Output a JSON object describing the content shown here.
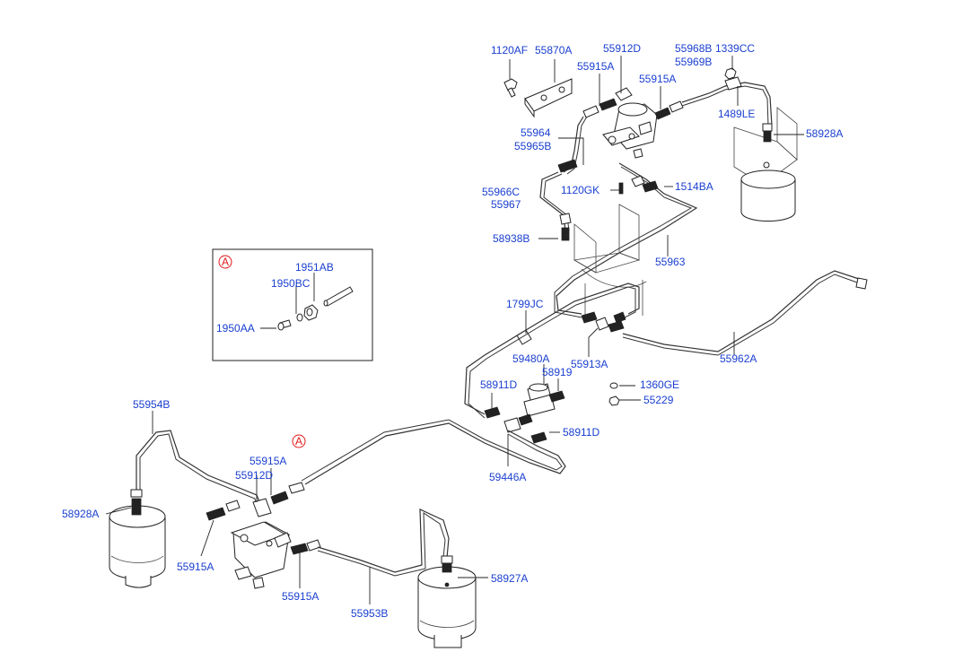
{
  "callout_mark": "A",
  "labels": {
    "p1120AF": "1120AF",
    "p55870A": "55870A",
    "p55912D_top": "55912D",
    "p55968B": "55968B",
    "p1339CC": "1339CC",
    "p55969B": "55969B",
    "p55915A_t1": "55915A",
    "p55915A_t2": "55915A",
    "p1489LE": "1489LE",
    "p58928A_top": "58928A",
    "p55964": "55964",
    "p55965B": "55965B",
    "p55966C": "55966C",
    "p55967": "55967",
    "p1120GK": "1120GK",
    "p1514BA": "1514BA",
    "p58938B": "58938B",
    "p55963": "55963",
    "p1951AB": "1951AB",
    "p1950BC": "1950BC",
    "p1950AA": "1950AA",
    "p1799JC": "1799JC",
    "p59480A": "59480A",
    "p55913A": "55913A",
    "p58919": "58919",
    "p58911D_a": "58911D",
    "p1360GE": "1360GE",
    "p55229": "55229",
    "p55962A": "55962A",
    "p58911D_b": "58911D",
    "p59446A": "59446A",
    "p55954B": "55954B",
    "p55915A_m": "55915A",
    "p55912D_low": "55912D",
    "p58928A_low": "58928A",
    "p55915A_l": "55915A",
    "p55915A_b": "55915A",
    "p58927A": "58927A",
    "p55953B": "55953B"
  }
}
